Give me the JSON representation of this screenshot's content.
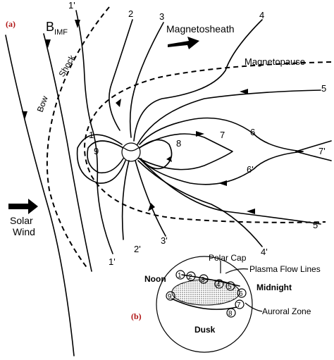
{
  "panel_labels": {
    "a": "(a)",
    "b": "(b)"
  },
  "labels": {
    "b_imf_main": "B",
    "b_imf_sub": "IMF",
    "bow": "Bow",
    "shock": "Shock",
    "magnetosheath": "Magnetosheath",
    "magnetopause": "Magnetopause",
    "solar": "Solar",
    "wind": "Wind"
  },
  "line_numbers": {
    "n1_top": "1'",
    "n2_top": "2",
    "n3_top": "3",
    "n4_top": "4",
    "n5": "5",
    "n6": "6",
    "n7": "7",
    "n7p": "7'",
    "n8": "8",
    "n9": "9",
    "n1_inner": "1",
    "n6p": "6'",
    "n5p": "5'",
    "n4p": "4'",
    "n3p": "3'",
    "n2p": "2'",
    "n1p_bottom": "1'"
  },
  "panel_b": {
    "polar_cap": "Polar Cap",
    "plasma_flow_lines": "Plasma Flow Lines",
    "noon": "Noon",
    "midnight": "Midnight",
    "auroral_zone": "Auroral Zone",
    "dusk": "Dusk",
    "circles": [
      "1",
      "2",
      "3",
      "4",
      "5",
      "6",
      "7",
      "8",
      "9"
    ]
  }
}
